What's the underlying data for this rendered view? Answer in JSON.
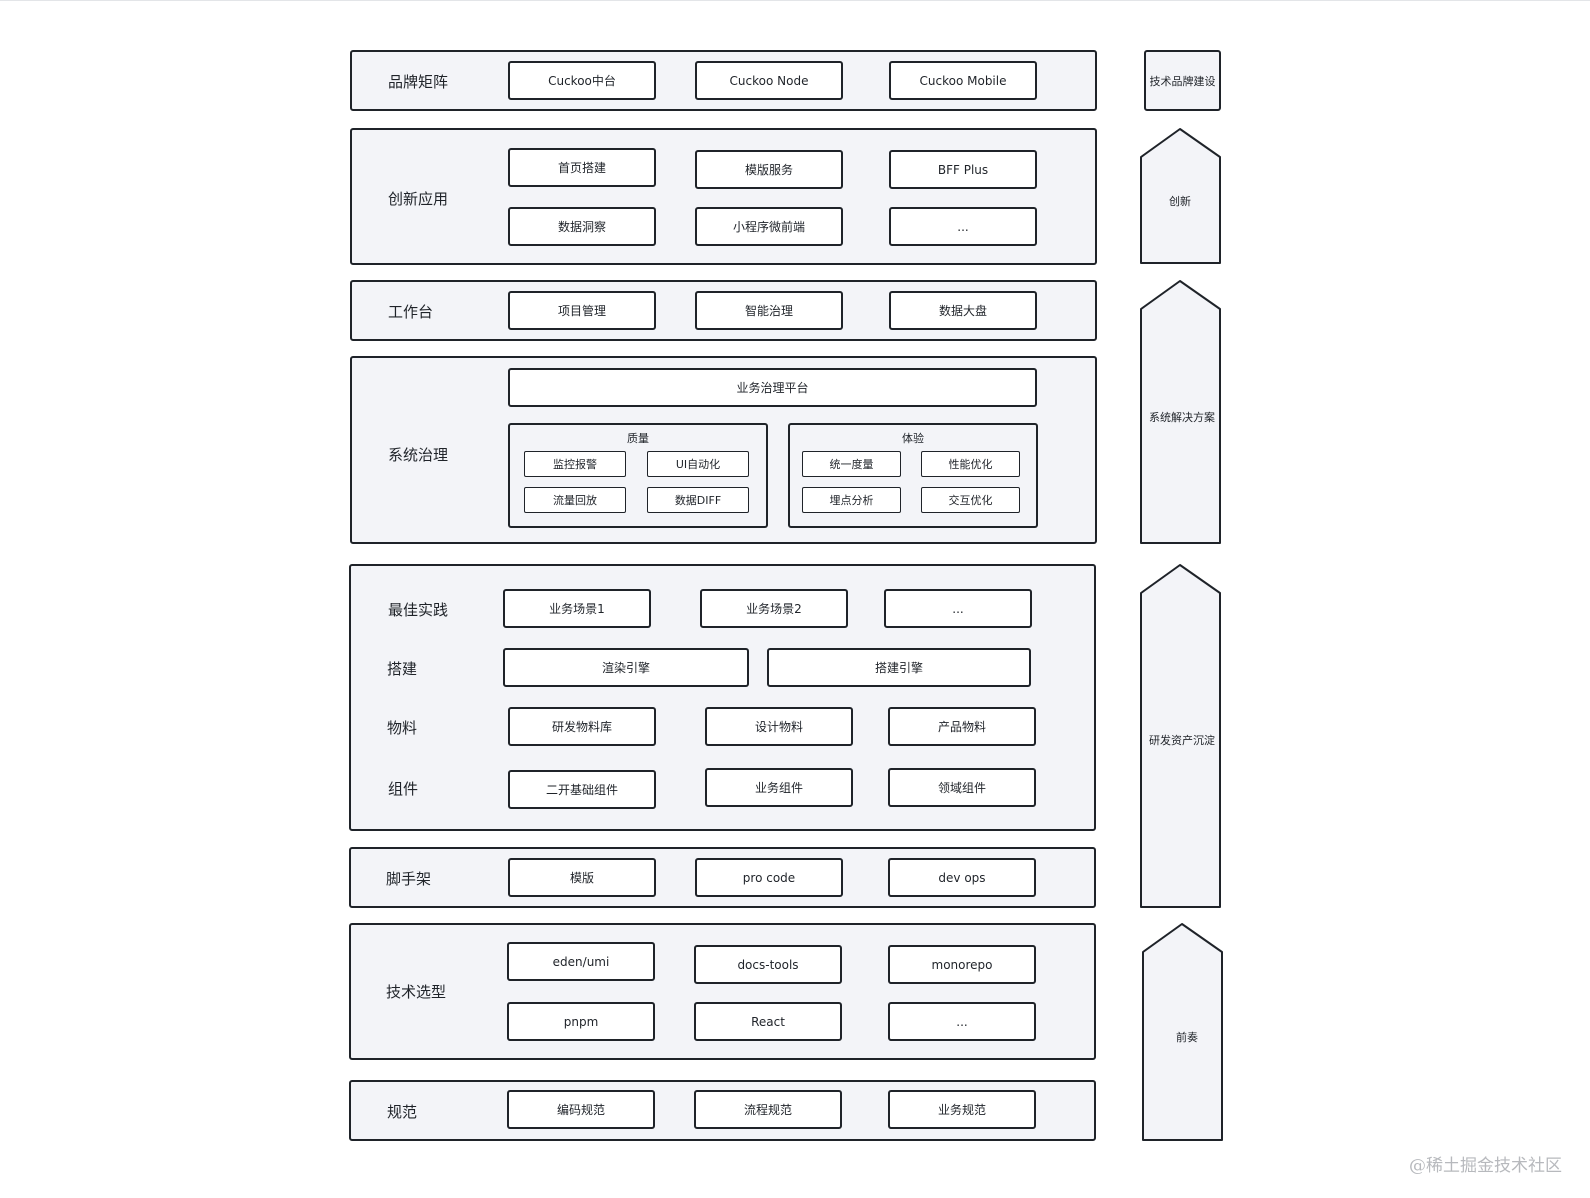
{
  "layers": [
    {
      "label": "品牌矩阵",
      "items": [
        "Cuckoo中台",
        "Cuckoo Node",
        "Cuckoo Mobile"
      ]
    },
    {
      "label": "创新应用",
      "items": [
        "首页搭建",
        "模版服务",
        "BFF Plus",
        "数据洞察",
        "小程序微前端",
        "..."
      ]
    },
    {
      "label": "工作台",
      "items": [
        "项目管理",
        "智能治理",
        "数据大盘"
      ]
    },
    {
      "label": "系统治理",
      "platform": "业务治理平台",
      "groups": [
        {
          "title": "质量",
          "items": [
            "监控报警",
            "UI自动化",
            "流量回放",
            "数据DIFF"
          ]
        },
        {
          "title": "体验",
          "items": [
            "统一度量",
            "性能优化",
            "埋点分析",
            "交互优化"
          ]
        }
      ]
    },
    {
      "rows": [
        {
          "label": "最佳实践",
          "items": [
            "业务场景1",
            "业务场景2",
            "..."
          ]
        },
        {
          "label": "搭建",
          "items": [
            "渲染引擎",
            "搭建引擎"
          ]
        },
        {
          "label": "物料",
          "items": [
            "研发物料库",
            "设计物料",
            "产品物料"
          ]
        },
        {
          "label": "组件",
          "items": [
            "二开基础组件",
            "业务组件",
            "领域组件"
          ]
        }
      ]
    },
    {
      "label": "脚手架",
      "items": [
        "模版",
        "pro code",
        "dev ops"
      ]
    },
    {
      "label": "技术选型",
      "items": [
        "eden/umi",
        "docs-tools",
        "monorepo",
        "pnpm",
        "React",
        "..."
      ]
    },
    {
      "label": "规范",
      "items": [
        "编码规范",
        "流程规范",
        "业务规范"
      ]
    }
  ],
  "side": {
    "brand": "技术品牌建设",
    "arrows": [
      "创新",
      "系统解决方案",
      "研发资产沉淀",
      "前奏"
    ]
  },
  "watermark": "@稀土掘金技术社区"
}
